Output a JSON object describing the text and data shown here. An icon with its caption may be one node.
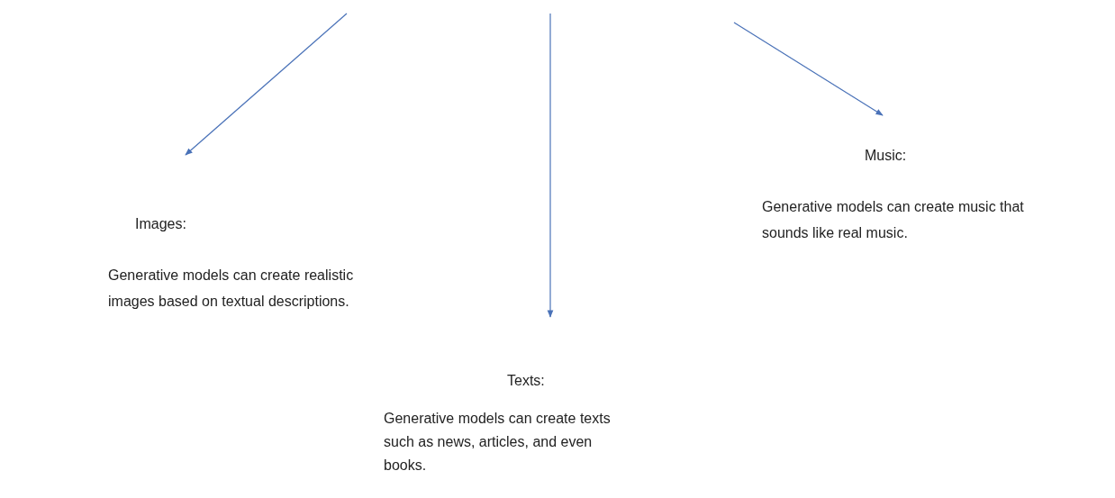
{
  "diagram": {
    "nodes": [
      {
        "text": [
          "Images:",
          "Generative models can create realistic images based on textual descriptions."
        ]
      },
      {
        "text": [
          "Texts:",
          "Generative models can create texts such as news, articles, and even books."
        ]
      },
      {
        "text": [
          "Music:",
          "Generative models can create music that sounds like real music."
        ]
      }
    ],
    "edges": [
      {
        "from": null,
        "to": 0,
        "arrow": "to"
      },
      {
        "from": null,
        "to": 1,
        "arrow": "to"
      },
      {
        "from": null,
        "to": 2,
        "arrow": "to"
      }
    ]
  }
}
